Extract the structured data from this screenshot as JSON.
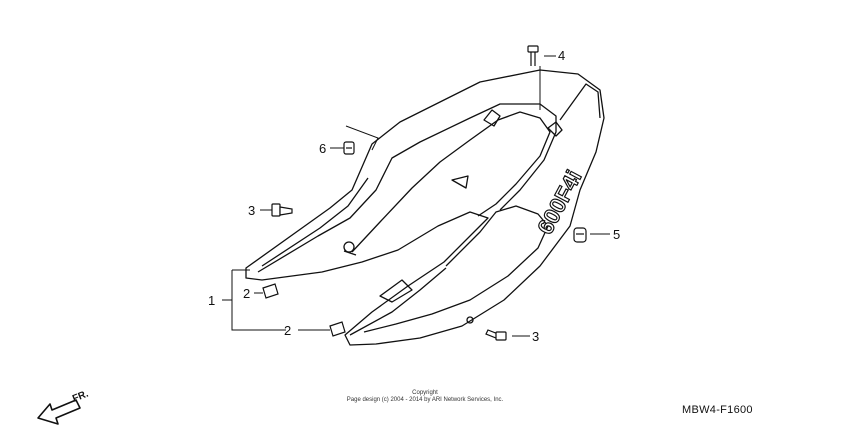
{
  "callouts": {
    "c1": "1",
    "c2a": "2",
    "c2b": "2",
    "c3a": "3",
    "c3b": "3",
    "c4": "4",
    "c5": "5",
    "c6": "6"
  },
  "direction_label": "FR.",
  "cowl_lettering": "600F4i",
  "copyright": {
    "line1": "Copyright",
    "line2": "Page design (c) 2004 - 2014 by ARI Network Services, Inc."
  },
  "diagram_code": "MBW4-F1600"
}
